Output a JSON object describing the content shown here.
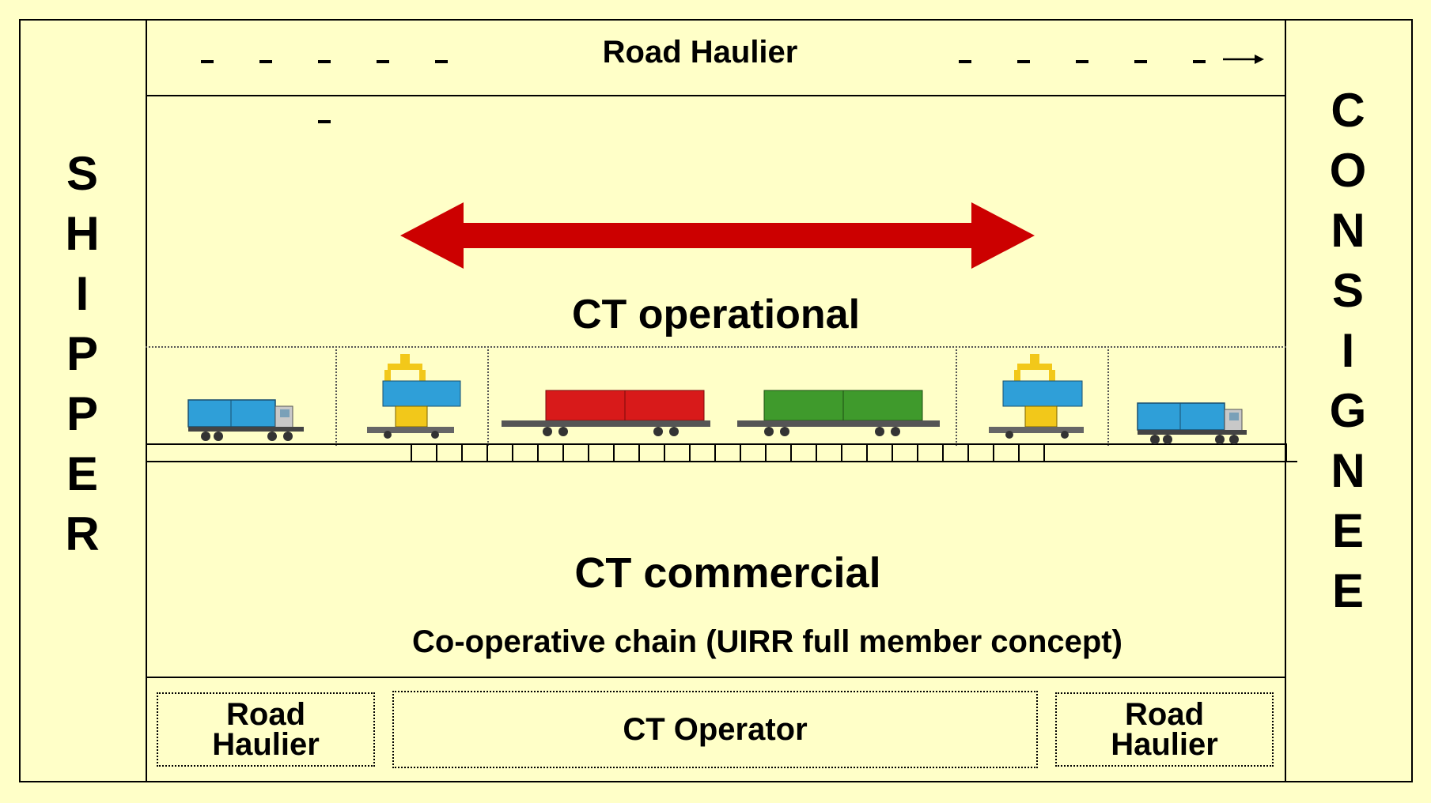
{
  "shipper_label": "SHIPPER",
  "consignee_label": "CONSIGNEE",
  "top_road_haulier": "Road Haulier",
  "ct_operational": "CT operational",
  "ct_commercial": "CT commercial",
  "cooperative_chain": "Co-operative chain  (UIRR full member concept)",
  "bottom": {
    "left_line1": "Road",
    "left_line2": "Haulier",
    "center": "CT Operator",
    "right_line1": "Road",
    "right_line2": "Haulier"
  },
  "colors": {
    "background": "#ffffc8",
    "arrow": "#cc0000",
    "container_blue": "#2f9fd8",
    "container_red": "#d81a1a",
    "container_green": "#3f9a2c",
    "crane_yellow": "#f2c81a"
  }
}
